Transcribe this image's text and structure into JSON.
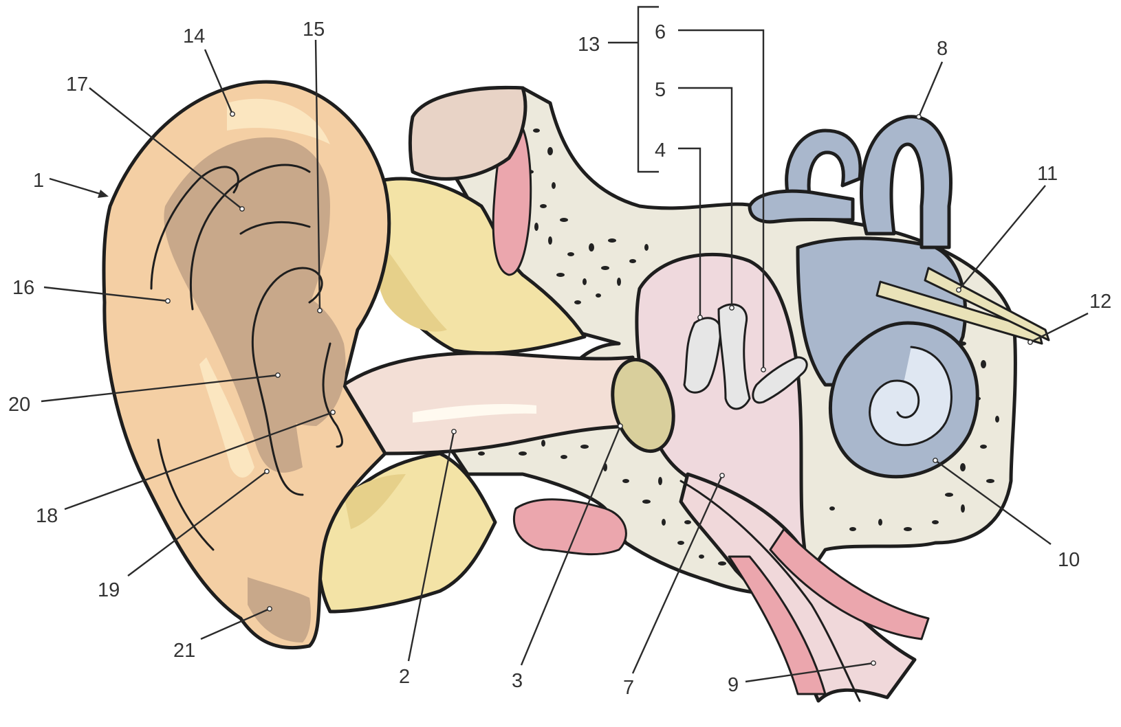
{
  "diagram": {
    "labels": [
      {
        "id": "1",
        "text": "1"
      },
      {
        "id": "2",
        "text": "2"
      },
      {
        "id": "3",
        "text": "3"
      },
      {
        "id": "4",
        "text": "4"
      },
      {
        "id": "5",
        "text": "5"
      },
      {
        "id": "6",
        "text": "6"
      },
      {
        "id": "7",
        "text": "7"
      },
      {
        "id": "8",
        "text": "8"
      },
      {
        "id": "9",
        "text": "9"
      },
      {
        "id": "10",
        "text": "10"
      },
      {
        "id": "11",
        "text": "11"
      },
      {
        "id": "12",
        "text": "12"
      },
      {
        "id": "13",
        "text": "13"
      },
      {
        "id": "14",
        "text": "14"
      },
      {
        "id": "15",
        "text": "15"
      },
      {
        "id": "16",
        "text": "16"
      },
      {
        "id": "17",
        "text": "17"
      },
      {
        "id": "18",
        "text": "18"
      },
      {
        "id": "19",
        "text": "19"
      },
      {
        "id": "20",
        "text": "20"
      },
      {
        "id": "21",
        "text": "21"
      }
    ]
  },
  "colors": {
    "skin": "#f4cfa4",
    "skin_shadow": "#c8a88a",
    "skin_highlight": "#fbe6c0",
    "cartilage": "#f3e3a6",
    "bone": "#ece9dc",
    "bone_spots": "#222222",
    "canal_pink": "#f2dcd8",
    "muscle_pink": "#eba6ad",
    "labyrinth_blue": "#a9b7cc",
    "labyrinth_light": "#dfe7f2",
    "ossicle": "#e6e6e6",
    "eardrum": "#d9cf9c",
    "nerve": "#e9e2b8"
  }
}
